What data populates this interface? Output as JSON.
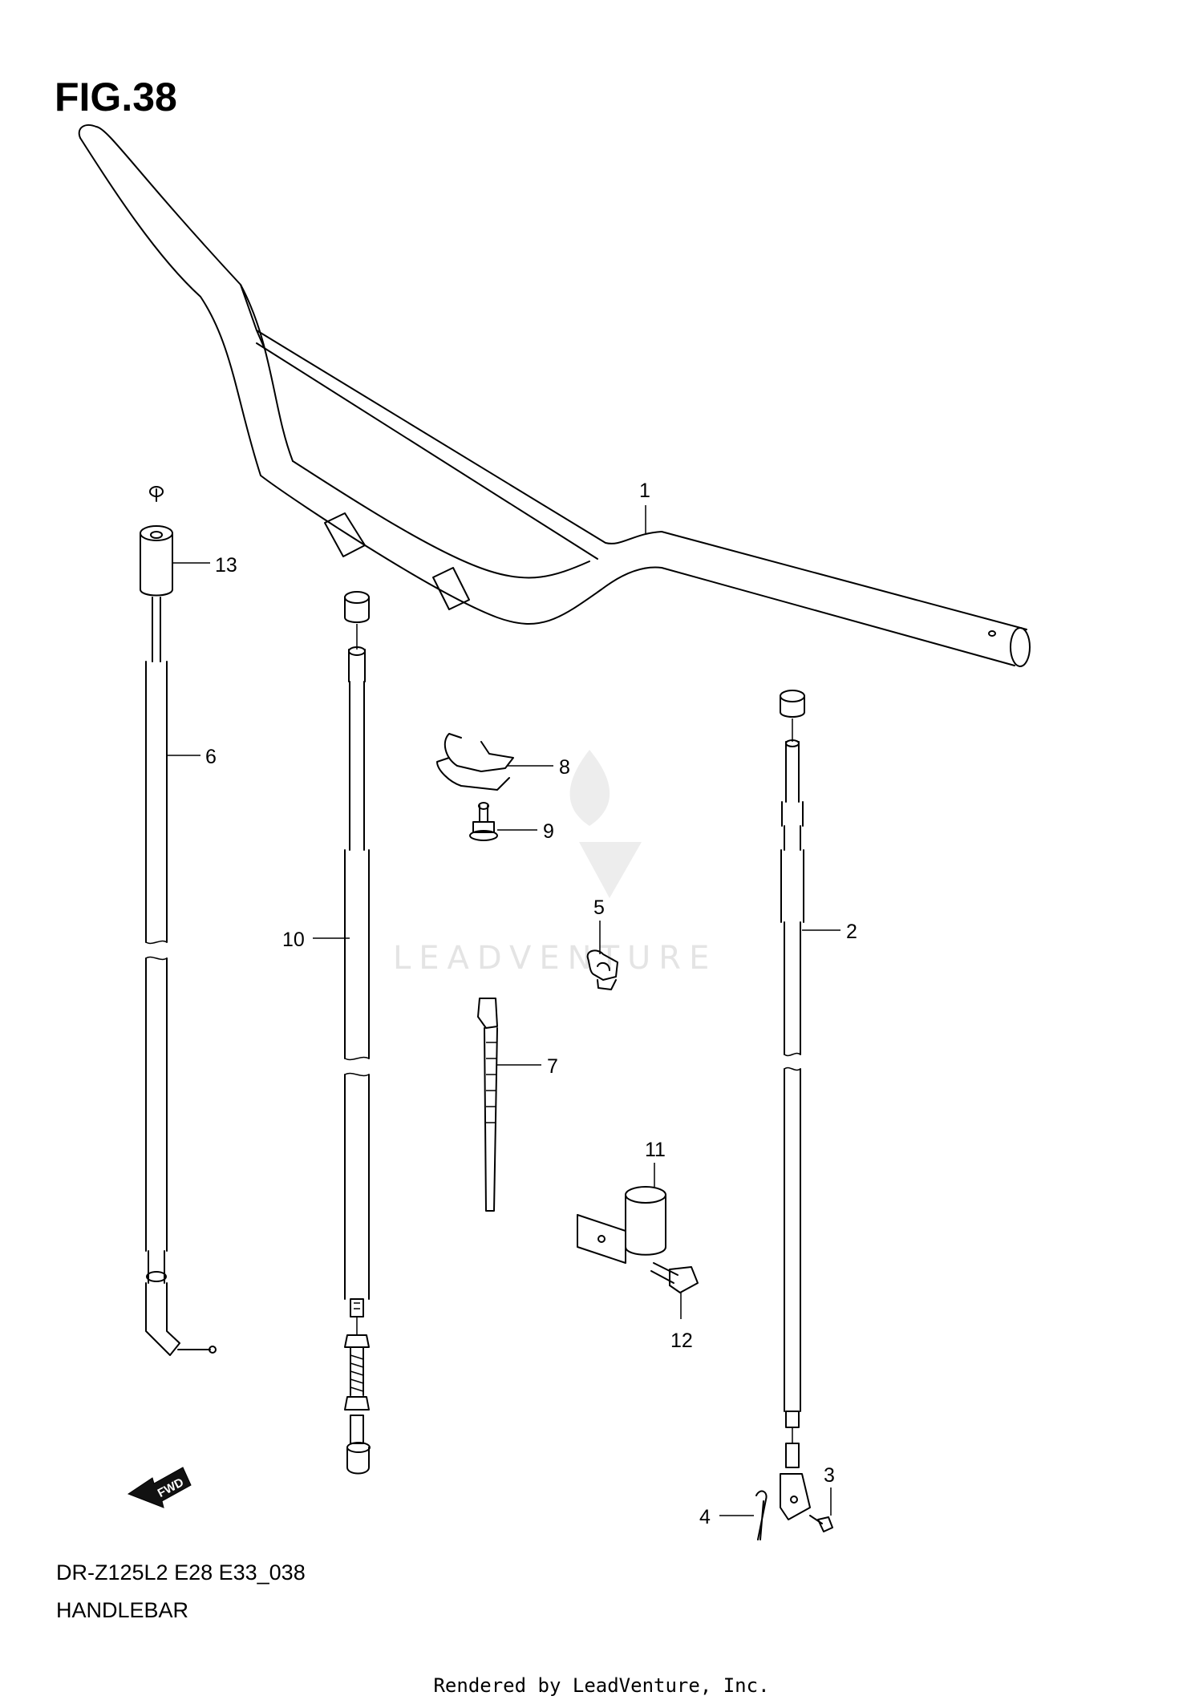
{
  "figure": {
    "title": "FIG.38",
    "model_code": "DR-Z125L2 E28 E33_038",
    "name": "HANDLEBAR"
  },
  "watermark": {
    "text": "LEADVENTURE"
  },
  "footer": {
    "text": "Rendered by LeadVenture, Inc."
  },
  "direction_arrow": {
    "text": "FWD"
  },
  "callouts": [
    "1",
    "2",
    "3",
    "4",
    "5",
    "6",
    "7",
    "8",
    "9",
    "10",
    "11",
    "12",
    "13"
  ],
  "colors": {
    "line": "#000000",
    "background": "#ffffff",
    "watermark": "#e4e4e4"
  }
}
